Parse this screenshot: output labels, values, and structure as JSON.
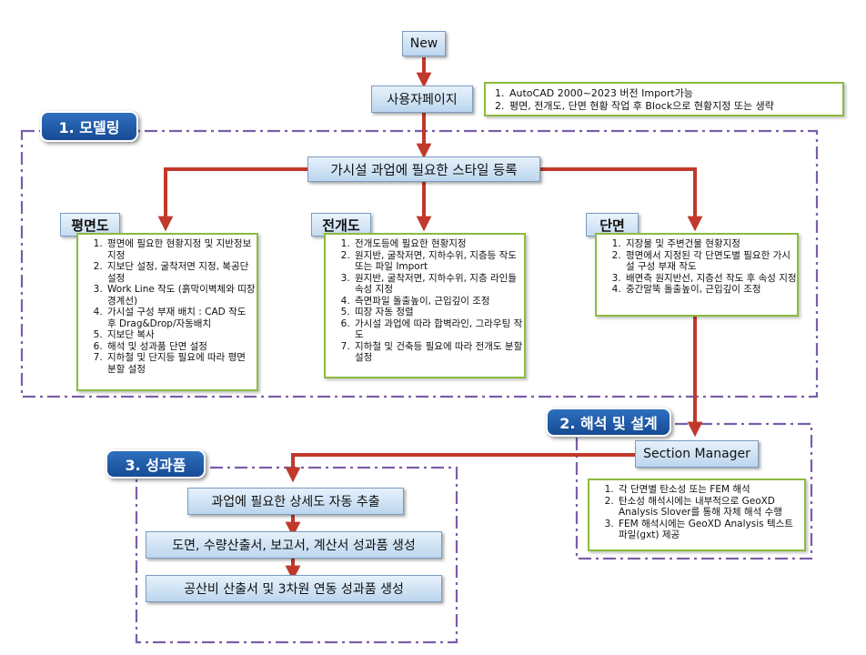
{
  "start": {
    "label": "New"
  },
  "user_page": {
    "label": "사용자페이지"
  },
  "notes": [
    "AutoCAD 2000~2023 버전 Import가능",
    "평면, 전개도, 단면 현황 작업 후 Block으로 현황지정 또는 생략"
  ],
  "phase1": {
    "title": "1. 모델링",
    "style_step": "가시설 과업에 필요한 스타일 등록",
    "plan": {
      "title": "평면도",
      "items": [
        "평면에 필요한 현황지정 및 지반정보 지정",
        "지보단 설정, 굴착저면 지정, 복공단 설정",
        "Work Line 작도 (흙막이벽체와 띠장 경계선)",
        "가시설 구성 부재 배치 : CAD 작도 후 Drag&Drop/자동배치",
        "지보단 복사",
        "해석 및 성과품 단면 설정",
        "지하철 및 단지등 필요에 따라 평면 분할 설정"
      ]
    },
    "development": {
      "title": "전개도",
      "items": [
        "전개도등에 필요한 현황지정",
        "원지반, 굴착저면, 지하수위, 지층등 작도 또는 파일 Import",
        "원지반, 굴착저면, 지하수위, 지층 라인들 속성 지정",
        "측면파일 돌출높이, 근입깊이 조정",
        "띠장 자동 정렬",
        "가시설 과업에 따라 합벽라인, 그라우팅 작도",
        "지하철 및 건축등 필요에 따라 전개도 분할 설정"
      ]
    },
    "section": {
      "title": "단면",
      "items": [
        "지장물 및 주변건물 현황지정",
        "평면에서 지정된 각 단면도별 필요한 가시설 구성 부재 작도",
        "배면측 원지반선, 지층선 작도 후 속성 지정",
        "중간말뚝 돌출높이, 근입깊이 조정"
      ]
    }
  },
  "phase2": {
    "title": "2. 해석 및 설계",
    "manager": "Section Manager",
    "items": [
      "각 단면별 탄소성 또는 FEM 해석",
      "탄소성 해석시에는 내부적으로 GeoXD Analysis Slover를 통해 자체 해석 수행",
      "FEM 해석시에는 GeoXD Analysis 텍스트 파일(gxt) 제공"
    ]
  },
  "phase3": {
    "title": "3. 성과품",
    "steps": [
      "과업에 필요한 상세도 자동 추출",
      "도면, 수량산출서, 보고서, 계산서 성과품 생성",
      "공산비 산출서 및 3차원 연동 성과품 생성"
    ]
  },
  "colors": {
    "arrow": "#c0392b",
    "dash_border": "#7a5ea8",
    "green_border": "#8cbb3f",
    "phase_fill": "#1f5aa6"
  }
}
